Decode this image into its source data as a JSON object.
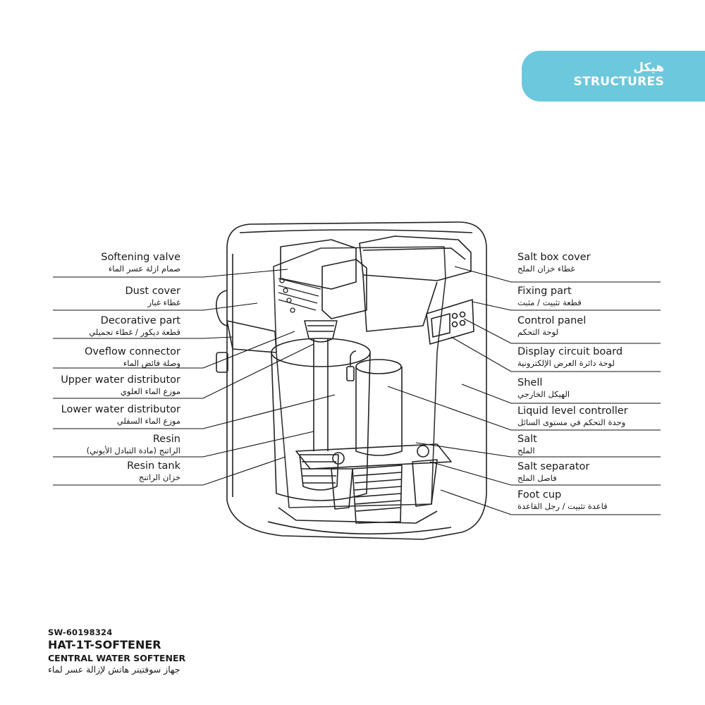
{
  "header": {
    "title_ar": "هيكل",
    "title_en": "STRUCTURES",
    "accent_color": "#6cc8dc"
  },
  "left_labels": [
    {
      "en": "Softening valve",
      "ar": "صمام ازلة عسر الماء"
    },
    {
      "en": "Dust cover",
      "ar": "غطاء غبار"
    },
    {
      "en": "Decorative part",
      "ar": "قطعة ديكور / غطاء تجميلي"
    },
    {
      "en": "Oveflow connector",
      "ar": "وصلة فائض الماء"
    },
    {
      "en": "Upper water distributor",
      "ar": "موزع الماء العلوي"
    },
    {
      "en": "Lower water distributor",
      "ar": "موزع الماء السفلي"
    },
    {
      "en": "Resin",
      "ar": "الراتنج (مادة التبادل الأيوني)"
    },
    {
      "en": "Resin tank",
      "ar": "خزان الراتنج"
    }
  ],
  "right_labels": [
    {
      "en": "Salt box cover",
      "ar": "غطاء خزان الملح"
    },
    {
      "en": "Fixing part",
      "ar": "قطعة تثبيت / مثبت"
    },
    {
      "en": "Control panel",
      "ar": "لوحة التحكم"
    },
    {
      "en": "Display circuit board",
      "ar": "لوحة دائرة العرض الإلكترونية"
    },
    {
      "en": "Shell",
      "ar": "الهيكل الخارجي"
    },
    {
      "en": "Liquid level controller",
      "ar": "وحدة التحكم في مستوى السائل"
    },
    {
      "en": "Salt",
      "ar": "الملح"
    },
    {
      "en": "Salt separator",
      "ar": "فاصل الملح"
    },
    {
      "en": "Foot cup",
      "ar": "قاعدة تثبيت / رجل القاعدة"
    }
  ],
  "footer": {
    "model": "SW-60198324",
    "name": "HAT-1T-SOFTENER",
    "description": "CENTRAL WATER SOFTENER",
    "description_ar": "جهاز سوفتينر هاتش لإزالة عسر لماء"
  }
}
